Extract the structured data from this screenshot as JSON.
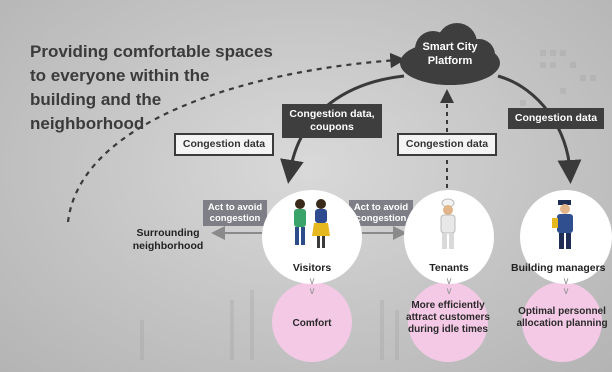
{
  "heading": {
    "lines": [
      "Providing comfortable spaces",
      "to everyone within the",
      "building and the",
      "neighborhood"
    ]
  },
  "platform": {
    "lines": [
      "Smart City",
      "Platform"
    ]
  },
  "flows": {
    "to_visitors": [
      "Congestion data,",
      "coupons"
    ],
    "to_managers": "Congestion data",
    "from_tenants": "Congestion data",
    "from_neighborhood": "Congestion data",
    "act_left": [
      "Act to avoid",
      "congestion"
    ],
    "act_right": [
      "Act to avoid",
      "congestion"
    ]
  },
  "nodes": {
    "neighborhood": {
      "lines": [
        "Surrounding",
        "neighborhood"
      ]
    },
    "visitors": {
      "label": "Visitors",
      "result": "Comfort"
    },
    "tenants": {
      "label": "Tenants",
      "result": [
        "More efficiently",
        "attract customers",
        "during idle times"
      ]
    },
    "managers": {
      "label": "Building managers",
      "result": [
        "Optimal personnel",
        "allocation planning"
      ]
    }
  },
  "colors": {
    "dark": "#3e3e3e",
    "pink": "#f3c9e5",
    "arrow": "#3a3a3a",
    "grey_tag": "#7e7e86"
  }
}
